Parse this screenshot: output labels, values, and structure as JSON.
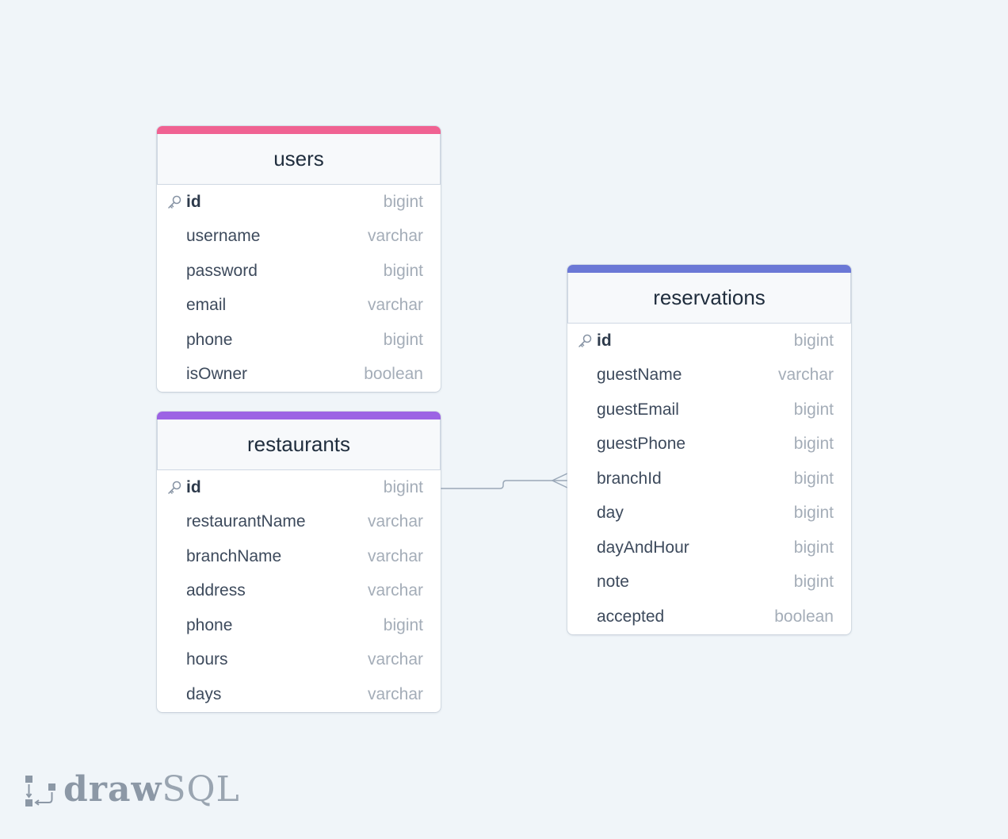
{
  "diagram": {
    "tables": [
      {
        "name": "users",
        "accent": "#f06292",
        "columns": [
          {
            "name": "id",
            "type": "bigint",
            "primary": true
          },
          {
            "name": "username",
            "type": "varchar"
          },
          {
            "name": "password",
            "type": "bigint"
          },
          {
            "name": "email",
            "type": "varchar"
          },
          {
            "name": "phone",
            "type": "bigint"
          },
          {
            "name": "isOwner",
            "type": "boolean"
          }
        ]
      },
      {
        "name": "restaurants",
        "accent": "#9c63e4",
        "columns": [
          {
            "name": "id",
            "type": "bigint",
            "primary": true
          },
          {
            "name": "restaurantName",
            "type": "varchar"
          },
          {
            "name": "branchName",
            "type": "varchar"
          },
          {
            "name": "address",
            "type": "varchar"
          },
          {
            "name": "phone",
            "type": "bigint"
          },
          {
            "name": "hours",
            "type": "varchar"
          },
          {
            "name": "days",
            "type": "varchar"
          }
        ]
      },
      {
        "name": "reservations",
        "accent": "#6b78d6",
        "columns": [
          {
            "name": "id",
            "type": "bigint",
            "primary": true
          },
          {
            "name": "guestName",
            "type": "varchar"
          },
          {
            "name": "guestEmail",
            "type": "bigint"
          },
          {
            "name": "guestPhone",
            "type": "bigint"
          },
          {
            "name": "branchId",
            "type": "bigint"
          },
          {
            "name": "day",
            "type": "bigint"
          },
          {
            "name": "dayAndHour",
            "type": "bigint"
          },
          {
            "name": "note",
            "type": "bigint"
          },
          {
            "name": "accepted",
            "type": "boolean"
          }
        ]
      }
    ],
    "relations": [
      {
        "from": "restaurants.id",
        "to": "reservations.branchId",
        "cardinality": "one-to-many"
      }
    ]
  },
  "branding": {
    "logo_bold": "draw",
    "logo_light": "SQL",
    "logo_icon": "drawsql-logo-icon"
  }
}
